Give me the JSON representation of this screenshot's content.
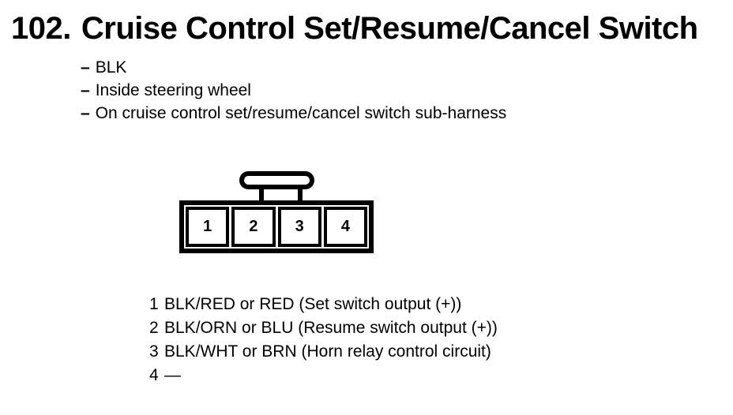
{
  "header": {
    "number": "102.",
    "title": "Cruise Control Set/Resume/Cancel Switch"
  },
  "notes_bullet": "–",
  "notes": [
    {
      "text": "BLK"
    },
    {
      "text": "Inside steering wheel"
    },
    {
      "text": "On cruise control set/resume/cancel switch sub-harness"
    }
  ],
  "connector": {
    "pins": [
      "1",
      "2",
      "3",
      "4"
    ]
  },
  "pinout": [
    {
      "pin": "1",
      "desc": "BLK/RED or RED (Set switch output (+))"
    },
    {
      "pin": "2",
      "desc": "BLK/ORN or BLU (Resume switch output (+))"
    },
    {
      "pin": "3",
      "desc": "BLK/WHT or BRN (Horn relay control circuit)"
    },
    {
      "pin": "4",
      "desc": "—"
    }
  ],
  "colors": {
    "ink": "#000000",
    "paper": "#ffffff"
  }
}
